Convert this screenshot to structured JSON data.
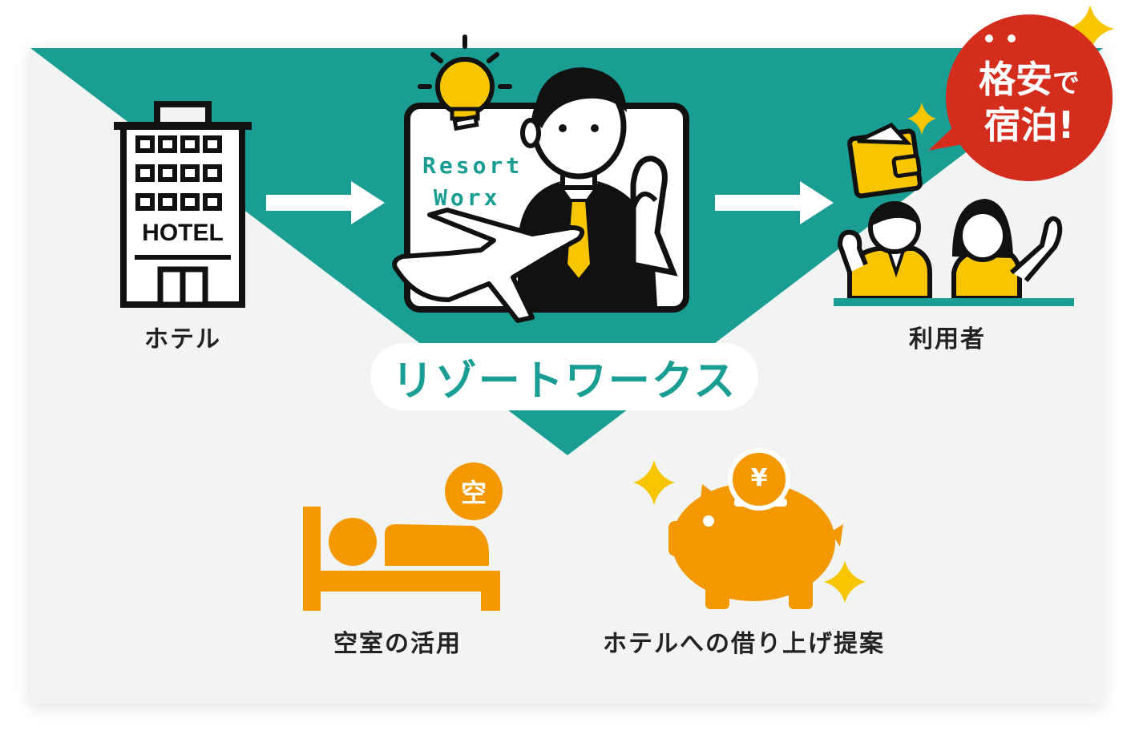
{
  "labels": {
    "hotel": "ホテル",
    "user": "利用者",
    "brand": "リゾートワークス",
    "vacancy": "空室の活用",
    "lease": "ホテルへの借り上げ提案"
  },
  "logo": {
    "line1": "Resort",
    "line2": "Worx"
  },
  "hotel_sign": "HOTEL",
  "bubble": {
    "line1_a": "格安",
    "line1_b": "で",
    "line2": "宿泊!"
  },
  "badge": "空",
  "yen": "¥",
  "colors": {
    "teal": "#1a9e93",
    "panel": "#f1f4f3",
    "yellow": "#f7c600",
    "orange": "#f39800",
    "red": "#d42d1e",
    "black": "#111111"
  }
}
